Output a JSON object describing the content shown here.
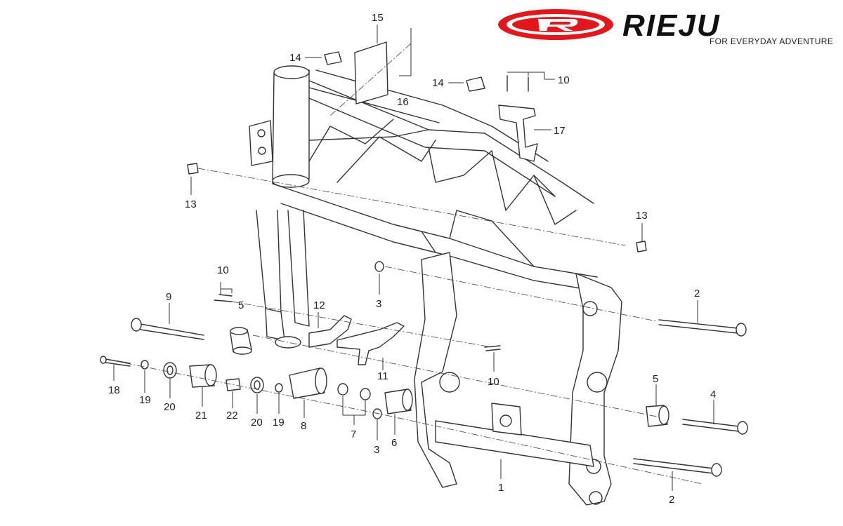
{
  "brand": {
    "name": "RIEJU",
    "tagline": "FOR EVERYDAY ADVENTURE",
    "logo_color": "#e3161b"
  },
  "callouts": [
    {
      "id": "c15",
      "label": "15"
    },
    {
      "id": "c14a",
      "label": "14"
    },
    {
      "id": "c16",
      "label": "16"
    },
    {
      "id": "c14b",
      "label": "14"
    },
    {
      "id": "c10a",
      "label": "10"
    },
    {
      "id": "c17",
      "label": "17"
    },
    {
      "id": "c13a",
      "label": "13"
    },
    {
      "id": "c13b",
      "label": "13"
    },
    {
      "id": "c10b",
      "label": "10"
    },
    {
      "id": "c3a",
      "label": "3"
    },
    {
      "id": "c2a",
      "label": "2"
    },
    {
      "id": "c9",
      "label": "9"
    },
    {
      "id": "c5a",
      "label": "5"
    },
    {
      "id": "c12",
      "label": "12"
    },
    {
      "id": "c11",
      "label": "11"
    },
    {
      "id": "c10c",
      "label": "10"
    },
    {
      "id": "c5b",
      "label": "5"
    },
    {
      "id": "c4",
      "label": "4"
    },
    {
      "id": "c18",
      "label": "18"
    },
    {
      "id": "c19a",
      "label": "19"
    },
    {
      "id": "c20a",
      "label": "20"
    },
    {
      "id": "c21",
      "label": "21"
    },
    {
      "id": "c22",
      "label": "22"
    },
    {
      "id": "c20b",
      "label": "20"
    },
    {
      "id": "c19b",
      "label": "19"
    },
    {
      "id": "c8",
      "label": "8"
    },
    {
      "id": "c7",
      "label": "7"
    },
    {
      "id": "c3b",
      "label": "3"
    },
    {
      "id": "c6",
      "label": "6"
    },
    {
      "id": "c1",
      "label": "1"
    },
    {
      "id": "c2b",
      "label": "2"
    }
  ]
}
